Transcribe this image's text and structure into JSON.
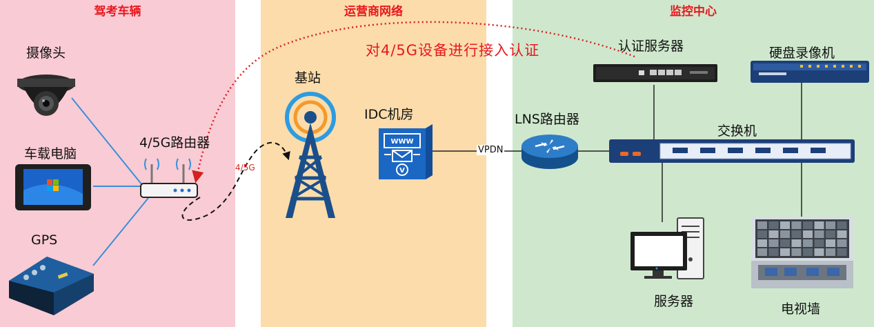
{
  "zones": {
    "vehicle": {
      "title": "驾考车辆"
    },
    "carrier": {
      "title": "运营商网络"
    },
    "monitor": {
      "title": "监控中心"
    }
  },
  "devices": {
    "camera": "摄像头",
    "car_pc": "车载电脑",
    "gps": "GPS",
    "router": "4/5G路由器",
    "base_station": "基站",
    "idc": "IDC机房",
    "lns": "LNS路由器",
    "auth_server": "认证服务器",
    "dvr": "硬盘录像机",
    "switch": "交换机",
    "server": "服务器",
    "tv_wall": "电视墙"
  },
  "links": {
    "auth": "对4/5G设备进行接入认证",
    "wireless": "4/5G",
    "vpdn": "VPDN"
  },
  "colors": {
    "title_red": "#e8181f",
    "device_link": "#3a8fd8",
    "auth_arrow": "#d42020",
    "zone_vehicle": "#f9cbd4",
    "zone_carrier": "#fbdcaa",
    "zone_monitor": "#cfe8cd"
  },
  "icons": {
    "idc": "www-envelope-v-icon",
    "base_station": "antenna-tower-icon"
  },
  "idc_badge": {
    "www": "WWW",
    "v": "V"
  }
}
